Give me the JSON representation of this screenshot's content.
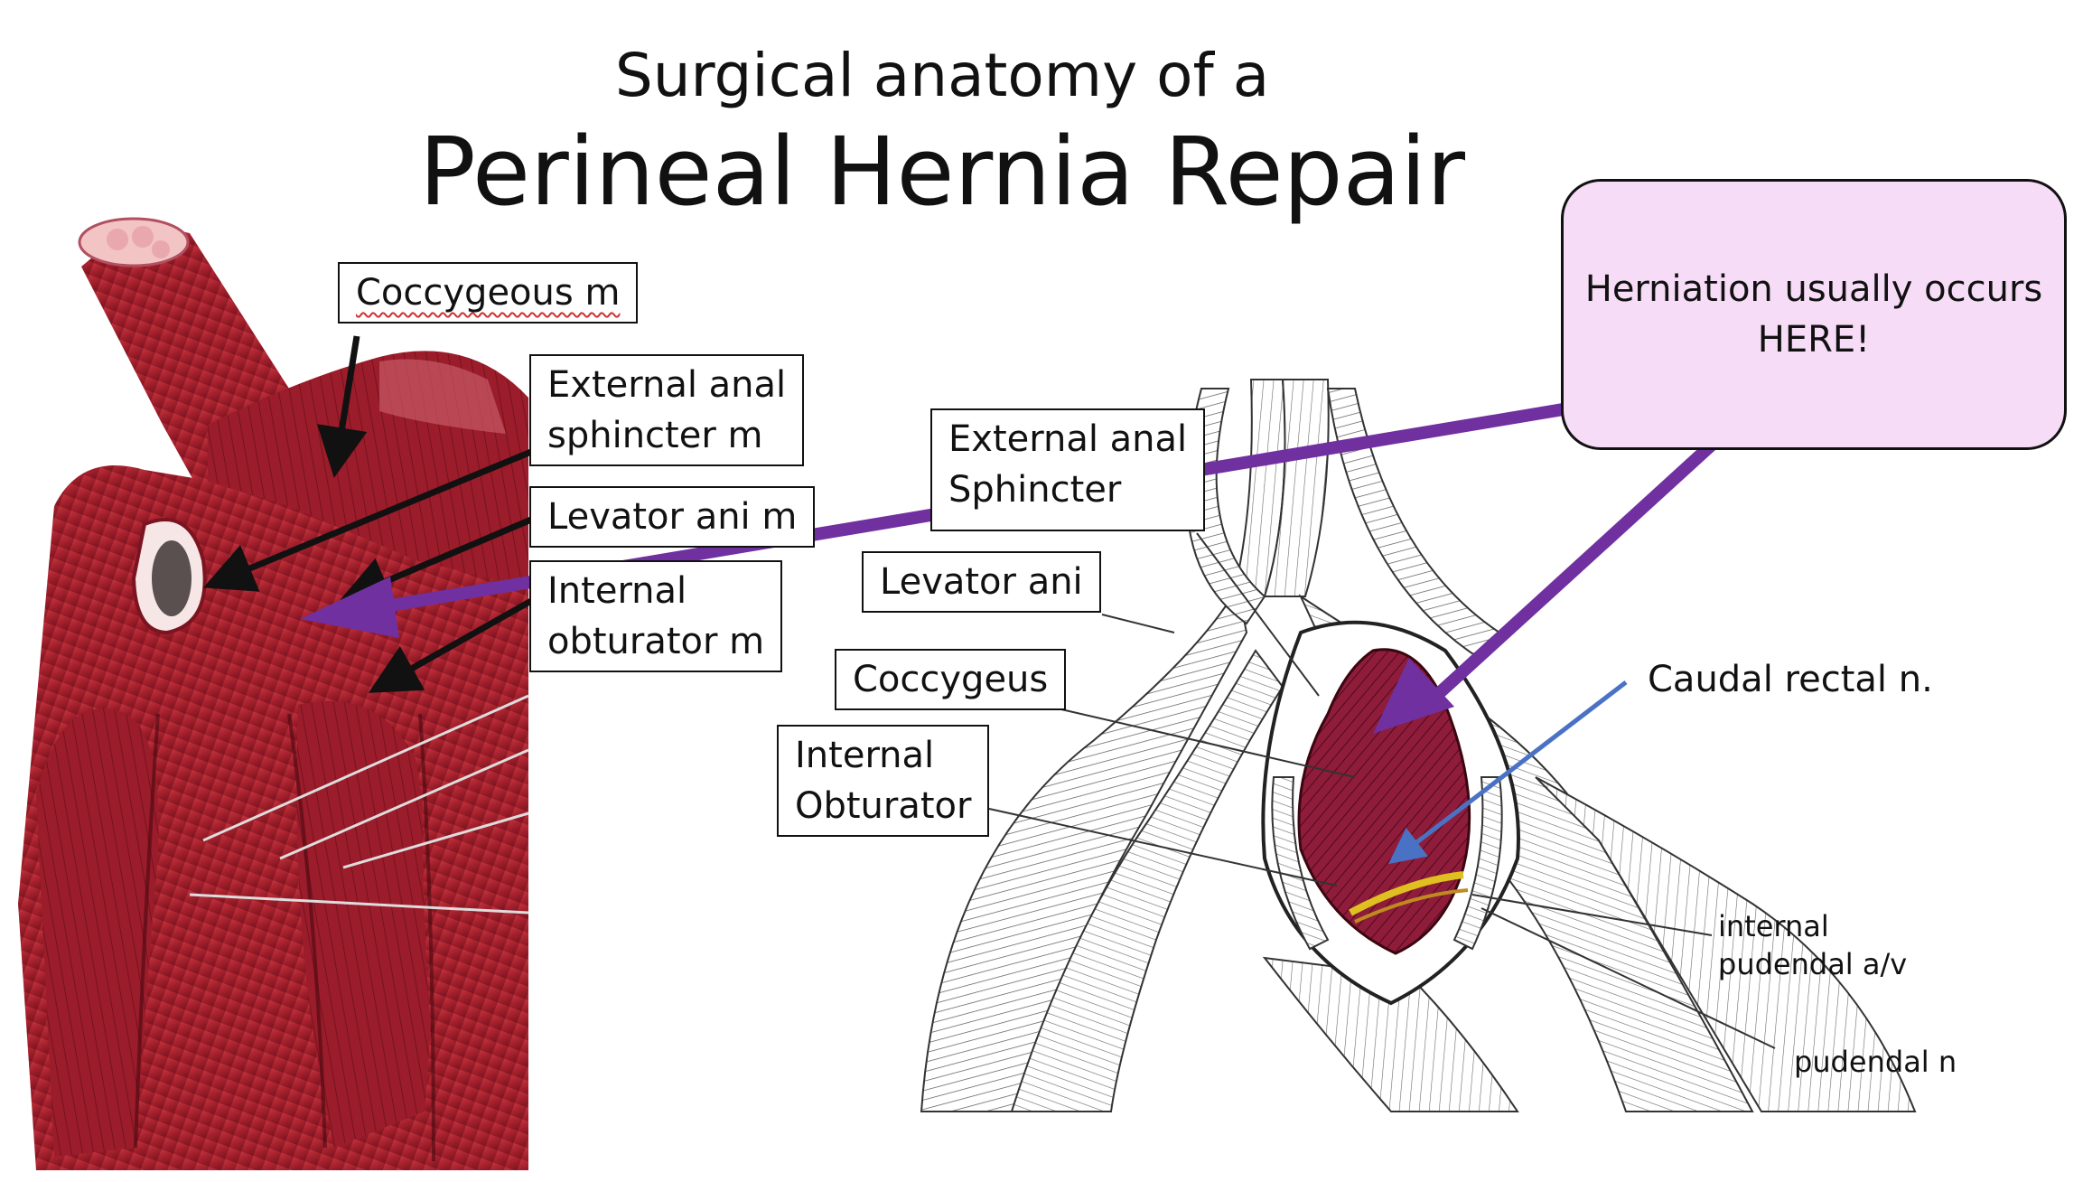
{
  "title": {
    "subtitle": "Surgical anatomy of a",
    "main": "Perineal Hernia Repair"
  },
  "left_labels": {
    "coccygeous": "Coccygeous m",
    "external_anal_1": "External anal",
    "external_anal_2": "sphincter m",
    "levator": "Levator ani m",
    "internal_1": "Internal",
    "internal_2": "obturator m"
  },
  "right_labels": {
    "external_anal_1": "External anal",
    "external_anal_2": "Sphincter",
    "levator": "Levator ani",
    "coccygeus": "Coccygeus",
    "internal_1": "Internal",
    "internal_2": "Obturator",
    "caudal_rectal": "Caudal rectal n.",
    "pudendal_av_1": "internal",
    "pudendal_av_2": "pudendal a/v",
    "pudendal_n": "pudendal n"
  },
  "callout": {
    "line1": "Herniation usually occurs",
    "line2": "HERE!"
  },
  "colors": {
    "muscle": "#a3202c",
    "muscle_dark": "#6e0f18",
    "callout_bg": "#f6dcf6",
    "purple_arrow": "#7030a0",
    "blue_arrow": "#4a72c4",
    "nerve": "#e0c020"
  }
}
